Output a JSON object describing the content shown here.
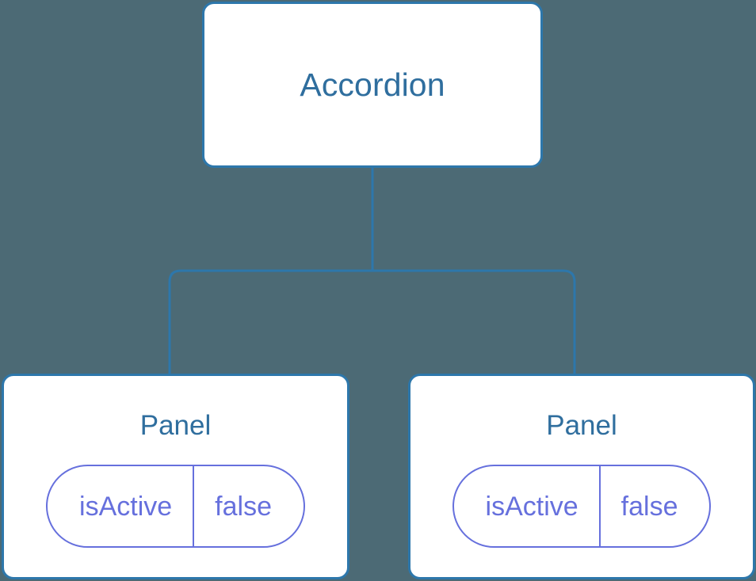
{
  "diagram": {
    "type": "component-tree",
    "background_color": "#4c6a75",
    "node_fill_color": "#ffffff",
    "node_border_color": "#2d77ab",
    "node_text_color": "#2f6e9e",
    "connector_color": "#2d77ab",
    "pill_color": "#6670dd",
    "root": {
      "label": "Accordion"
    },
    "children": [
      {
        "label": "Panel",
        "state": {
          "key": "isActive",
          "value": "false"
        }
      },
      {
        "label": "Panel",
        "state": {
          "key": "isActive",
          "value": "false"
        }
      }
    ]
  }
}
